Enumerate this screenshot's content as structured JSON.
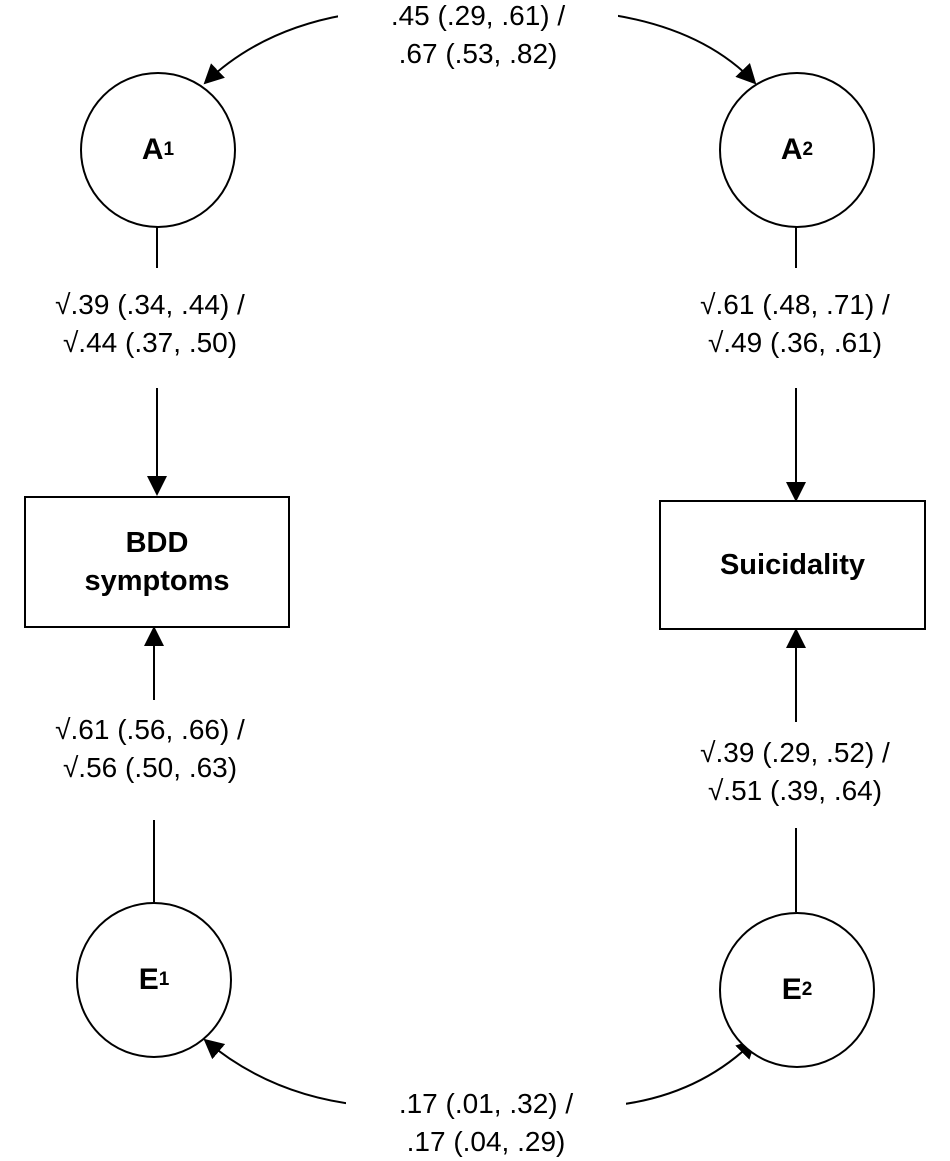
{
  "nodes": {
    "a1": {
      "letter": "A",
      "sub": "1"
    },
    "a2": {
      "letter": "A",
      "sub": "2"
    },
    "e1": {
      "letter": "E",
      "sub": "1"
    },
    "e2": {
      "letter": "E",
      "sub": "2"
    },
    "bdd": {
      "line1": "BDD",
      "line2": "symptoms"
    },
    "suicidality": {
      "line1": "Suicidality"
    }
  },
  "paths": {
    "a_correlation": {
      "line1": ".45 (.29, .61) /",
      "line2": ".67 (.53, .82)"
    },
    "e_correlation": {
      "line1": ".17 (.01, .32) /",
      "line2": ".17 (.04, .29)"
    },
    "a1_bdd": {
      "line1": "√.39 (.34, .44) /",
      "line2": "√.44 (.37, .50)"
    },
    "a2_suicidality": {
      "line1": "√.61 (.48, .71) /",
      "line2": "√.49 (.36, .61)"
    },
    "e1_bdd": {
      "line1": "√.61 (.56, .66) /",
      "line2": "√.56 (.50, .63)"
    },
    "e2_suicidality": {
      "line1": "√.39 (.29, .52) /",
      "line2": "√.51 (.39, .64)"
    }
  },
  "colors": {
    "stroke": "#000000",
    "background": "#ffffff"
  }
}
